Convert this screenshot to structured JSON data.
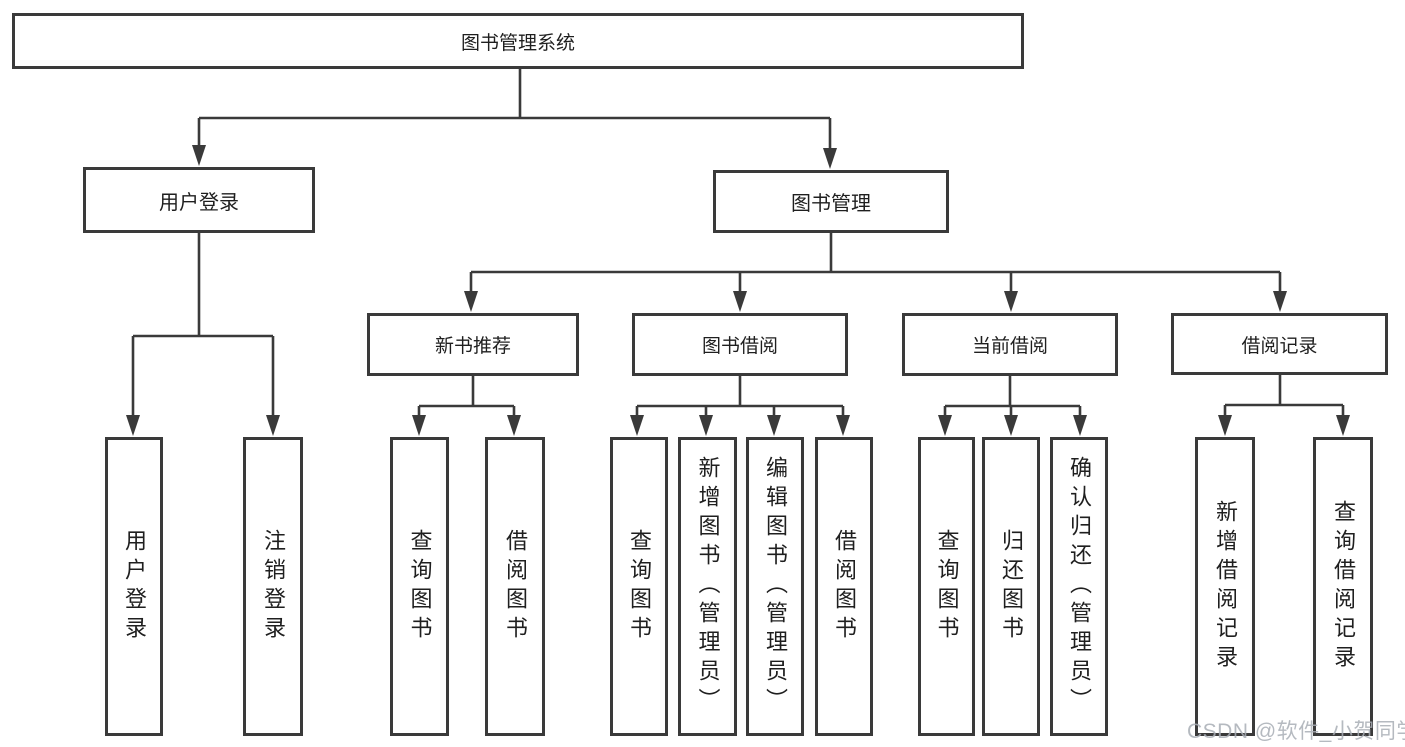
{
  "tree": {
    "root": {
      "label": "图书管理系统",
      "children": [
        {
          "label": "用户登录",
          "children": [
            {
              "label": "用户登录"
            },
            {
              "label": "注销登录"
            }
          ]
        },
        {
          "label": "图书管理",
          "children": [
            {
              "label": "新书推荐",
              "children": [
                {
                  "label": "查询图书"
                },
                {
                  "label": "借阅图书"
                }
              ]
            },
            {
              "label": "图书借阅",
              "children": [
                {
                  "label": "查询图书"
                },
                {
                  "label": "新增图书（管理员）"
                },
                {
                  "label": "编辑图书（管理员）"
                },
                {
                  "label": "借阅图书"
                }
              ]
            },
            {
              "label": "当前借阅",
              "children": [
                {
                  "label": "查询图书"
                },
                {
                  "label": "归还图书"
                },
                {
                  "label": "确认归还（管理员）"
                }
              ]
            },
            {
              "label": "借阅记录",
              "children": [
                {
                  "label": "新增借阅记录"
                },
                {
                  "label": "查询借阅记录"
                }
              ]
            }
          ]
        }
      ]
    }
  },
  "watermark": {
    "text": "CSDN @软件_小贺同学"
  },
  "colors": {
    "line": "#3a3a3a",
    "box_border": "#3a3a3a",
    "text": "#1f1f1f",
    "watermark": "#a9aeb6",
    "background": "#ffffff"
  }
}
